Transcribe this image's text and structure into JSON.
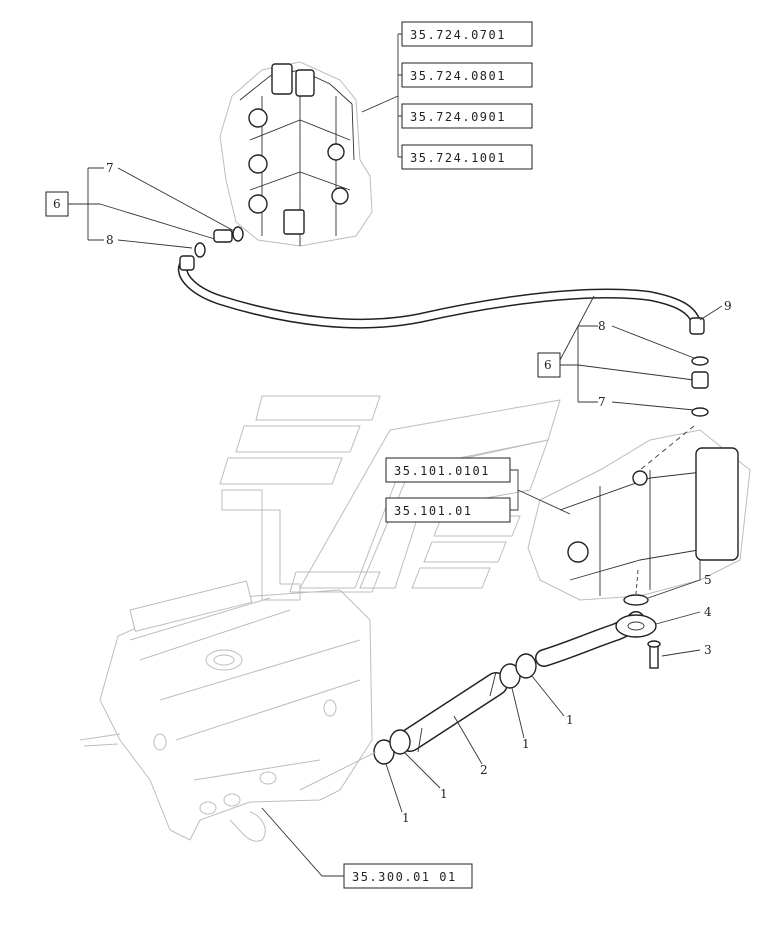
{
  "references": {
    "valve_refs": [
      "35.724.0701",
      "35.724.0801",
      "35.724.0901",
      "35.724.1001"
    ],
    "pump_refs": [
      "35.101.0101",
      "35.101.01"
    ],
    "tank_ref": "35.300.01 01"
  },
  "kits": {
    "upper": "6",
    "lower": "6"
  },
  "callouts": {
    "c7_upper": "7",
    "c8_upper": "8",
    "c9": "9",
    "c8_lower": "8",
    "c7_lower": "7",
    "c5": "5",
    "c4": "4",
    "c3": "3",
    "c1_a": "1",
    "c1_b": "1",
    "c2": "2",
    "c1_c": "1",
    "c1_d": "1"
  },
  "icons": [
    "control-valve-block",
    "hydraulic-pump",
    "hydraulic-tank",
    "hose",
    "o-ring",
    "adapter",
    "hose-clamp",
    "flange-elbow",
    "bolt"
  ]
}
